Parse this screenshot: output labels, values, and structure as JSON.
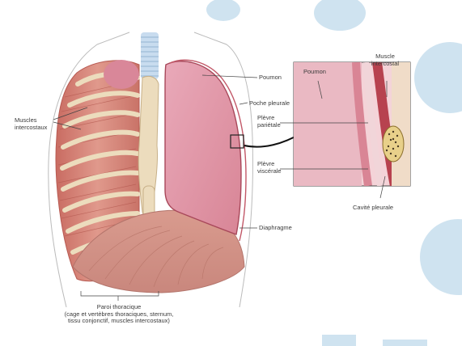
{
  "colors": {
    "background": "#ffffff",
    "decor_circles": "#cfe3f0",
    "muscle": "#d98a7e",
    "rib": "#ead7b6",
    "lung": "#e7a5b3",
    "pleura": "#b9424f",
    "trachea": "#c8dcef",
    "fat": "#e8d08a"
  },
  "labels": {
    "intercostal_muscles": [
      "Muscles",
      "intercostaux"
    ],
    "lung": "Poumon",
    "pleural_sac": "Poche pleurale",
    "diaphragm": "Diaphragme",
    "thoracic_wall": [
      "Paroi thoracique",
      "(cage et vertèbres thoraciques, sternum,",
      "tissu conjonctif, muscles intercostaux)"
    ]
  },
  "inset": {
    "lung": "Poumon",
    "intercostal_muscle": [
      "Muscle",
      "intercostal"
    ],
    "parietal_pleura": [
      "Plèvre",
      "pariétale"
    ],
    "visceral_pleura": [
      "Plèvre",
      "viscérale"
    ],
    "pleural_cavity": "Cavité pleurale"
  }
}
